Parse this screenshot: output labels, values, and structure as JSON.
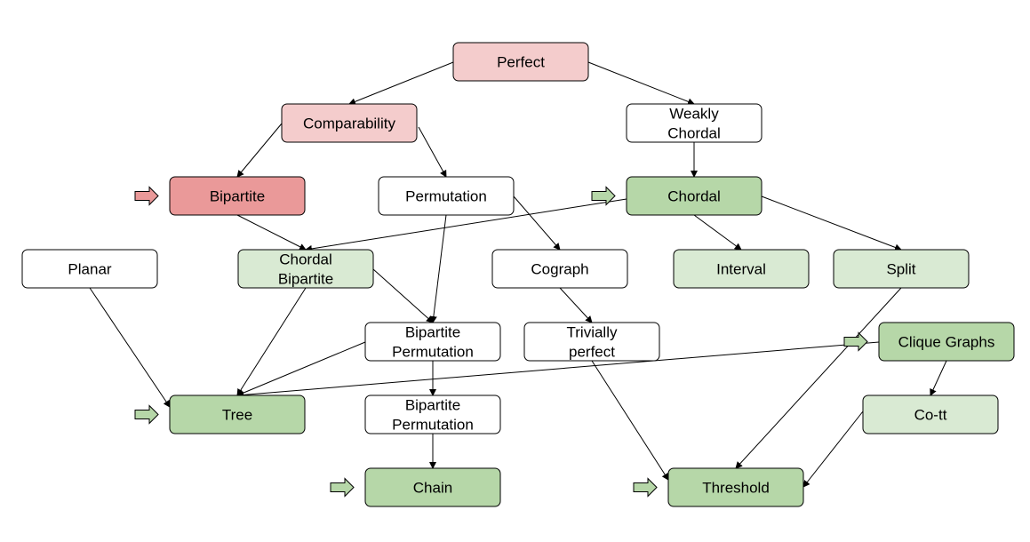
{
  "colors": {
    "white": "#ffffff",
    "pink": "#f4cccc",
    "red": "#ea9999",
    "green": "#b6d7a8",
    "light_green": "#d9ead3",
    "marker_red": "#ea9999",
    "marker_green": "#b6d7a8"
  },
  "nodes": [
    {
      "id": "perfect",
      "lines": [
        "Perfect"
      ],
      "fill": "pink"
    },
    {
      "id": "comparability",
      "lines": [
        "Comparability"
      ],
      "fill": "pink"
    },
    {
      "id": "weakly-chordal",
      "lines": [
        "Weakly",
        "Chordal"
      ],
      "fill": "white"
    },
    {
      "id": "bipartite",
      "lines": [
        "Bipartite"
      ],
      "fill": "red",
      "marker": "red"
    },
    {
      "id": "permutation",
      "lines": [
        "Permutation"
      ],
      "fill": "white"
    },
    {
      "id": "chordal",
      "lines": [
        "Chordal"
      ],
      "fill": "green",
      "marker": "green"
    },
    {
      "id": "planar",
      "lines": [
        "Planar"
      ],
      "fill": "white"
    },
    {
      "id": "chordal-bipartite",
      "lines": [
        "Chordal",
        "Bipartite"
      ],
      "fill": "light_green"
    },
    {
      "id": "cograph",
      "lines": [
        "Cograph"
      ],
      "fill": "white"
    },
    {
      "id": "interval",
      "lines": [
        "Interval"
      ],
      "fill": "light_green"
    },
    {
      "id": "split",
      "lines": [
        "Split"
      ],
      "fill": "light_green"
    },
    {
      "id": "bipartite-permutation-1",
      "lines": [
        "Bipartite",
        "Permutation"
      ],
      "fill": "white"
    },
    {
      "id": "trivially-perfect",
      "lines": [
        "Trivially",
        "perfect"
      ],
      "fill": "white"
    },
    {
      "id": "clique-graphs",
      "lines": [
        "Clique Graphs"
      ],
      "fill": "green",
      "marker": "green"
    },
    {
      "id": "tree",
      "lines": [
        "Tree"
      ],
      "fill": "green",
      "marker": "green"
    },
    {
      "id": "bipartite-permutation-2",
      "lines": [
        "Bipartite",
        "Permutation"
      ],
      "fill": "white"
    },
    {
      "id": "co-tt",
      "lines": [
        "Co-tt"
      ],
      "fill": "light_green"
    },
    {
      "id": "chain",
      "lines": [
        "Chain"
      ],
      "fill": "green",
      "marker": "green"
    },
    {
      "id": "threshold",
      "lines": [
        "Threshold"
      ],
      "fill": "green",
      "marker": "green"
    }
  ],
  "edges": [
    {
      "from": "perfect",
      "to": "comparability"
    },
    {
      "from": "perfect",
      "to": "weakly-chordal"
    },
    {
      "from": "comparability",
      "to": "bipartite"
    },
    {
      "from": "comparability",
      "to": "permutation"
    },
    {
      "from": "weakly-chordal",
      "to": "chordal"
    },
    {
      "from": "bipartite",
      "to": "chordal-bipartite"
    },
    {
      "from": "chordal",
      "to": "chordal-bipartite"
    },
    {
      "from": "permutation",
      "to": "bipartite-permutation-1"
    },
    {
      "from": "permutation",
      "to": "cograph"
    },
    {
      "from": "chordal",
      "to": "interval"
    },
    {
      "from": "chordal",
      "to": "split"
    },
    {
      "from": "chordal-bipartite",
      "to": "bipartite-permutation-1"
    },
    {
      "from": "chordal-bipartite",
      "to": "tree"
    },
    {
      "from": "planar",
      "to": "tree"
    },
    {
      "from": "bipartite-permutation-1",
      "to": "tree"
    },
    {
      "from": "clique-graphs",
      "to": "tree"
    },
    {
      "from": "cograph",
      "to": "trivially-perfect"
    },
    {
      "from": "bipartite-permutation-1",
      "to": "bipartite-permutation-2"
    },
    {
      "from": "bipartite-permutation-2",
      "to": "chain"
    },
    {
      "from": "trivially-perfect",
      "to": "threshold"
    },
    {
      "from": "split",
      "to": "threshold"
    },
    {
      "from": "clique-graphs",
      "to": "co-tt"
    },
    {
      "from": "co-tt",
      "to": "threshold"
    }
  ]
}
